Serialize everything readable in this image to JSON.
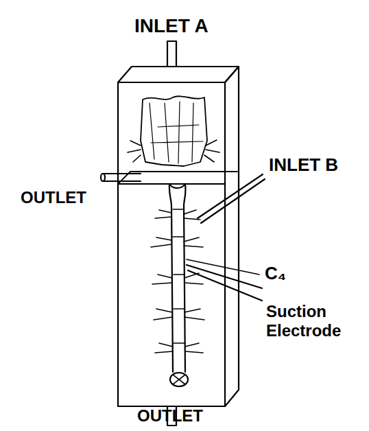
{
  "diagram": {
    "labels": [
      "INLET A",
      "OUTLET",
      "INLET B",
      "C₄",
      "Suction Electrode",
      "OUTLET"
    ]
  }
}
